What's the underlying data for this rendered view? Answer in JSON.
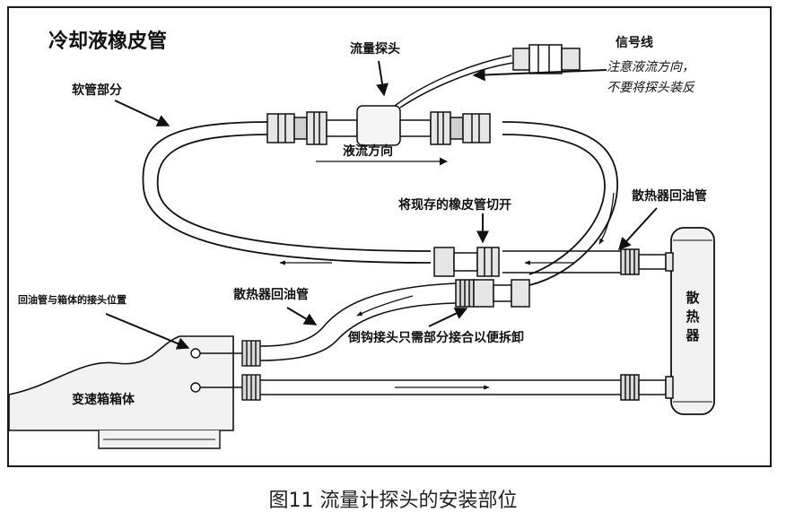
{
  "diagram": {
    "title": "冷却液橡皮管",
    "labels": {
      "flow_probe": "流量探头",
      "signal_wire": "信号线",
      "note_line1": "注意液流方向，",
      "note_line2": "不要将探头装反",
      "hose_section": "软管部分",
      "flow_direction": "液流方向",
      "cut_hose": "将现存的橡皮管切开",
      "radiator_return_right": "散热器回油管",
      "connection_position": "回油管与箱体的接头位置",
      "radiator_return_left": "散热器回油管",
      "barb_fitting_note": "倒钩接头只需部分接合以便拆卸",
      "transmission_case": "变速箱箱体",
      "radiator": "散热器"
    }
  },
  "caption": "图11 流量计探头的安装部位"
}
